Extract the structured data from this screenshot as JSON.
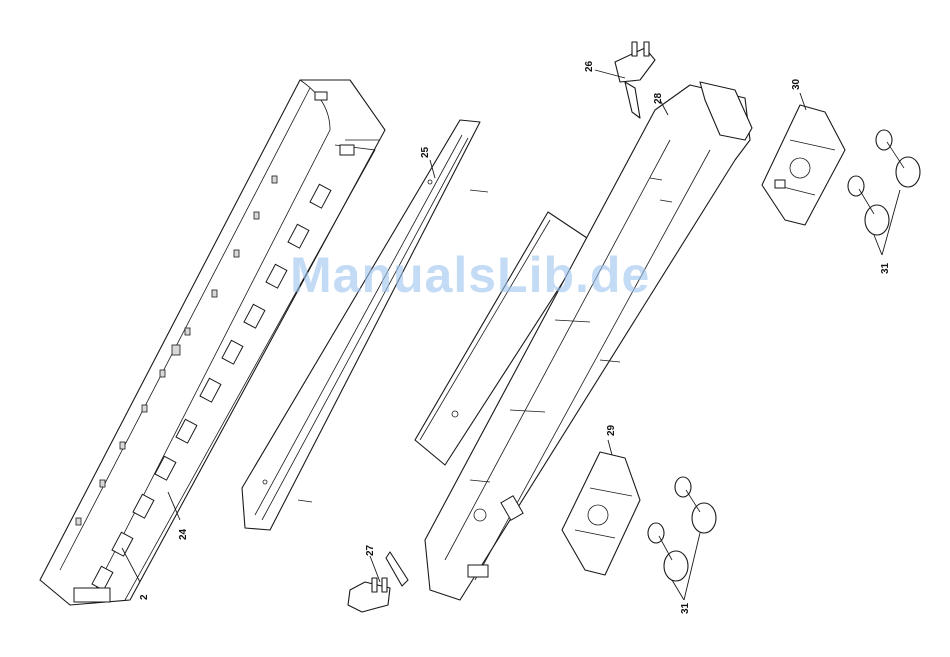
{
  "watermark": "ManualsLib.de",
  "callouts": {
    "c2": "2",
    "c24": "24",
    "c25": "25",
    "c26": "26",
    "c27": "27",
    "c28": "28",
    "c29": "29",
    "c30": "30",
    "c31a": "31",
    "c31b": "31"
  },
  "colors": {
    "line": "#1a1a1a",
    "watermark": "#9cc3ee",
    "background": "#ffffff"
  }
}
